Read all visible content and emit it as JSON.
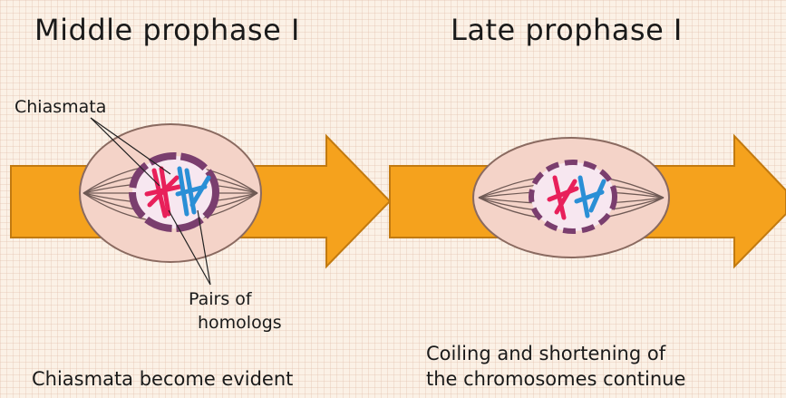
{
  "stages": [
    {
      "title": "Middle prophase I",
      "labels": {
        "chiasmata": "Chiasmata",
        "pairs_line1": "Pairs of",
        "pairs_line2": "homologs"
      },
      "caption": "Chiasmata become evident"
    },
    {
      "title": "Late prophase I",
      "caption_line1": "Coiling and shortening of",
      "caption_line2": "the chromosomes continue"
    }
  ],
  "colors": {
    "arrow": "#f5a21d",
    "cell_fill": "#f4d3c8",
    "nucleus_ring": "#7a3e6e",
    "chromosome_red": "#e8205a",
    "chromosome_blue": "#2a8fd6"
  }
}
